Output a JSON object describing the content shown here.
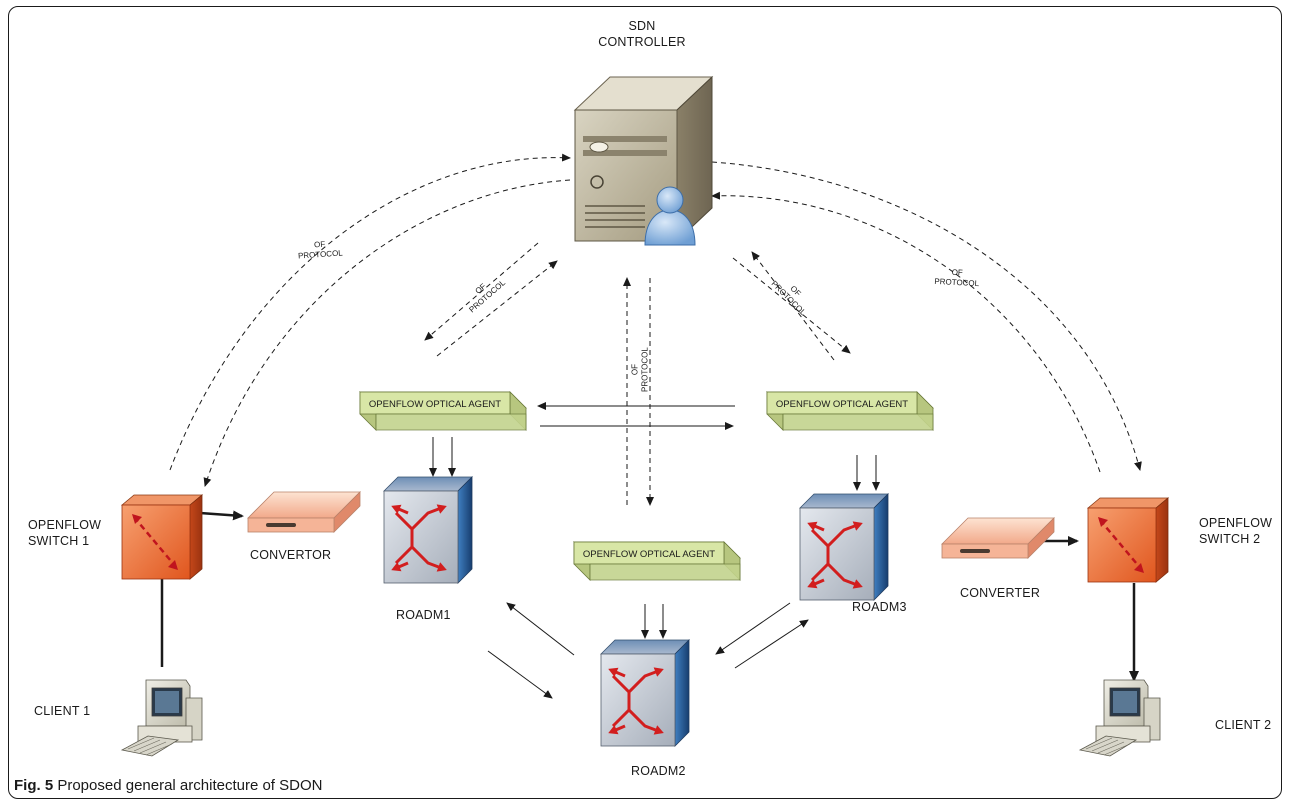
{
  "controller": {
    "line1": "SDN",
    "line2": "CONTROLLER"
  },
  "protocol": {
    "of": "OF",
    "protocol": "PROTOCOL"
  },
  "agents": [
    {
      "label": "OPENFLOW OPTICAL AGENT"
    },
    {
      "label": "OPENFLOW OPTICAL AGENT"
    },
    {
      "label": "OPENFLOW OPTICAL AGENT"
    }
  ],
  "switches": [
    {
      "line1": "OPENFLOW",
      "line2": "SWITCH 1"
    },
    {
      "line1": "OPENFLOW",
      "line2": "SWITCH 2"
    }
  ],
  "converters": {
    "left": "CONVERTOR",
    "right": "CONVERTER"
  },
  "roadms": {
    "r1": "ROADM1",
    "r2": "ROADM2",
    "r3": "ROADM3"
  },
  "clients": {
    "c1": "CLIENT 1",
    "c2": "CLIENT 2"
  },
  "caption": {
    "fig": "Fig. 5",
    "text": "Proposed general architecture of SDON"
  },
  "colors": {
    "switch": "#e8652f",
    "roadm": "#3a6fa8",
    "agent": "#d8e6a6",
    "server": "#b5ad96",
    "arrow_red": "#d21e1e"
  }
}
